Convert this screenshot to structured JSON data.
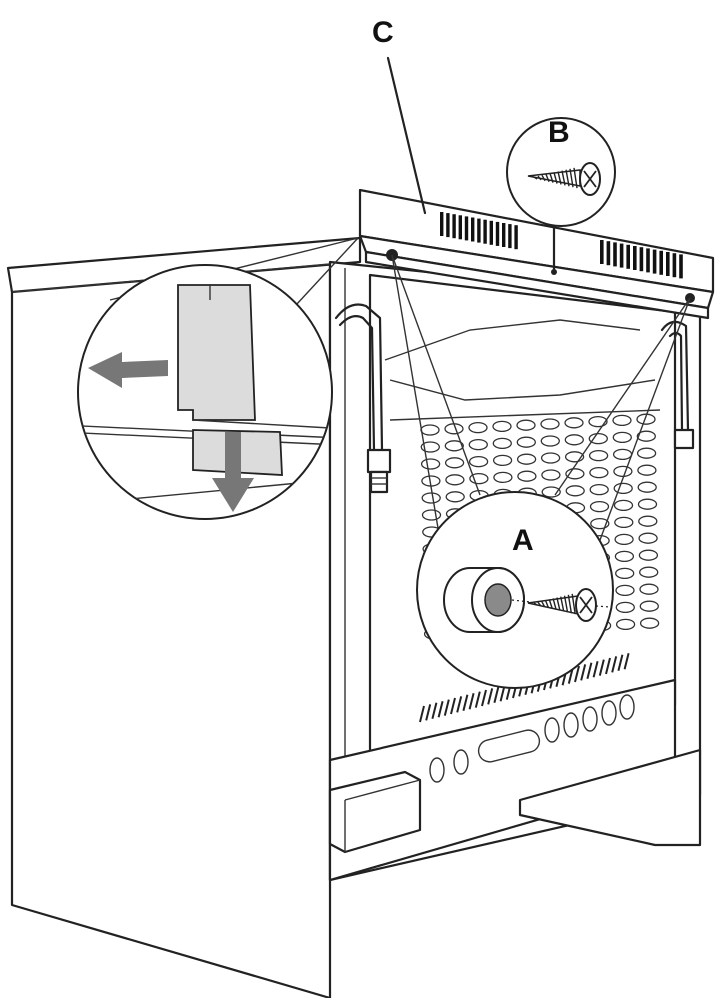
{
  "labels": {
    "a": "A",
    "b": "B",
    "c": "C"
  },
  "icons": {
    "screw": "screw-icon",
    "arrow_left": "arrow-left-icon",
    "arrow_down": "arrow-down-icon"
  },
  "colors": {
    "line": "#222222",
    "arrow": "#777777",
    "panel_gray": "#dcdcdc",
    "spacer_core": "#8a8a8a"
  }
}
